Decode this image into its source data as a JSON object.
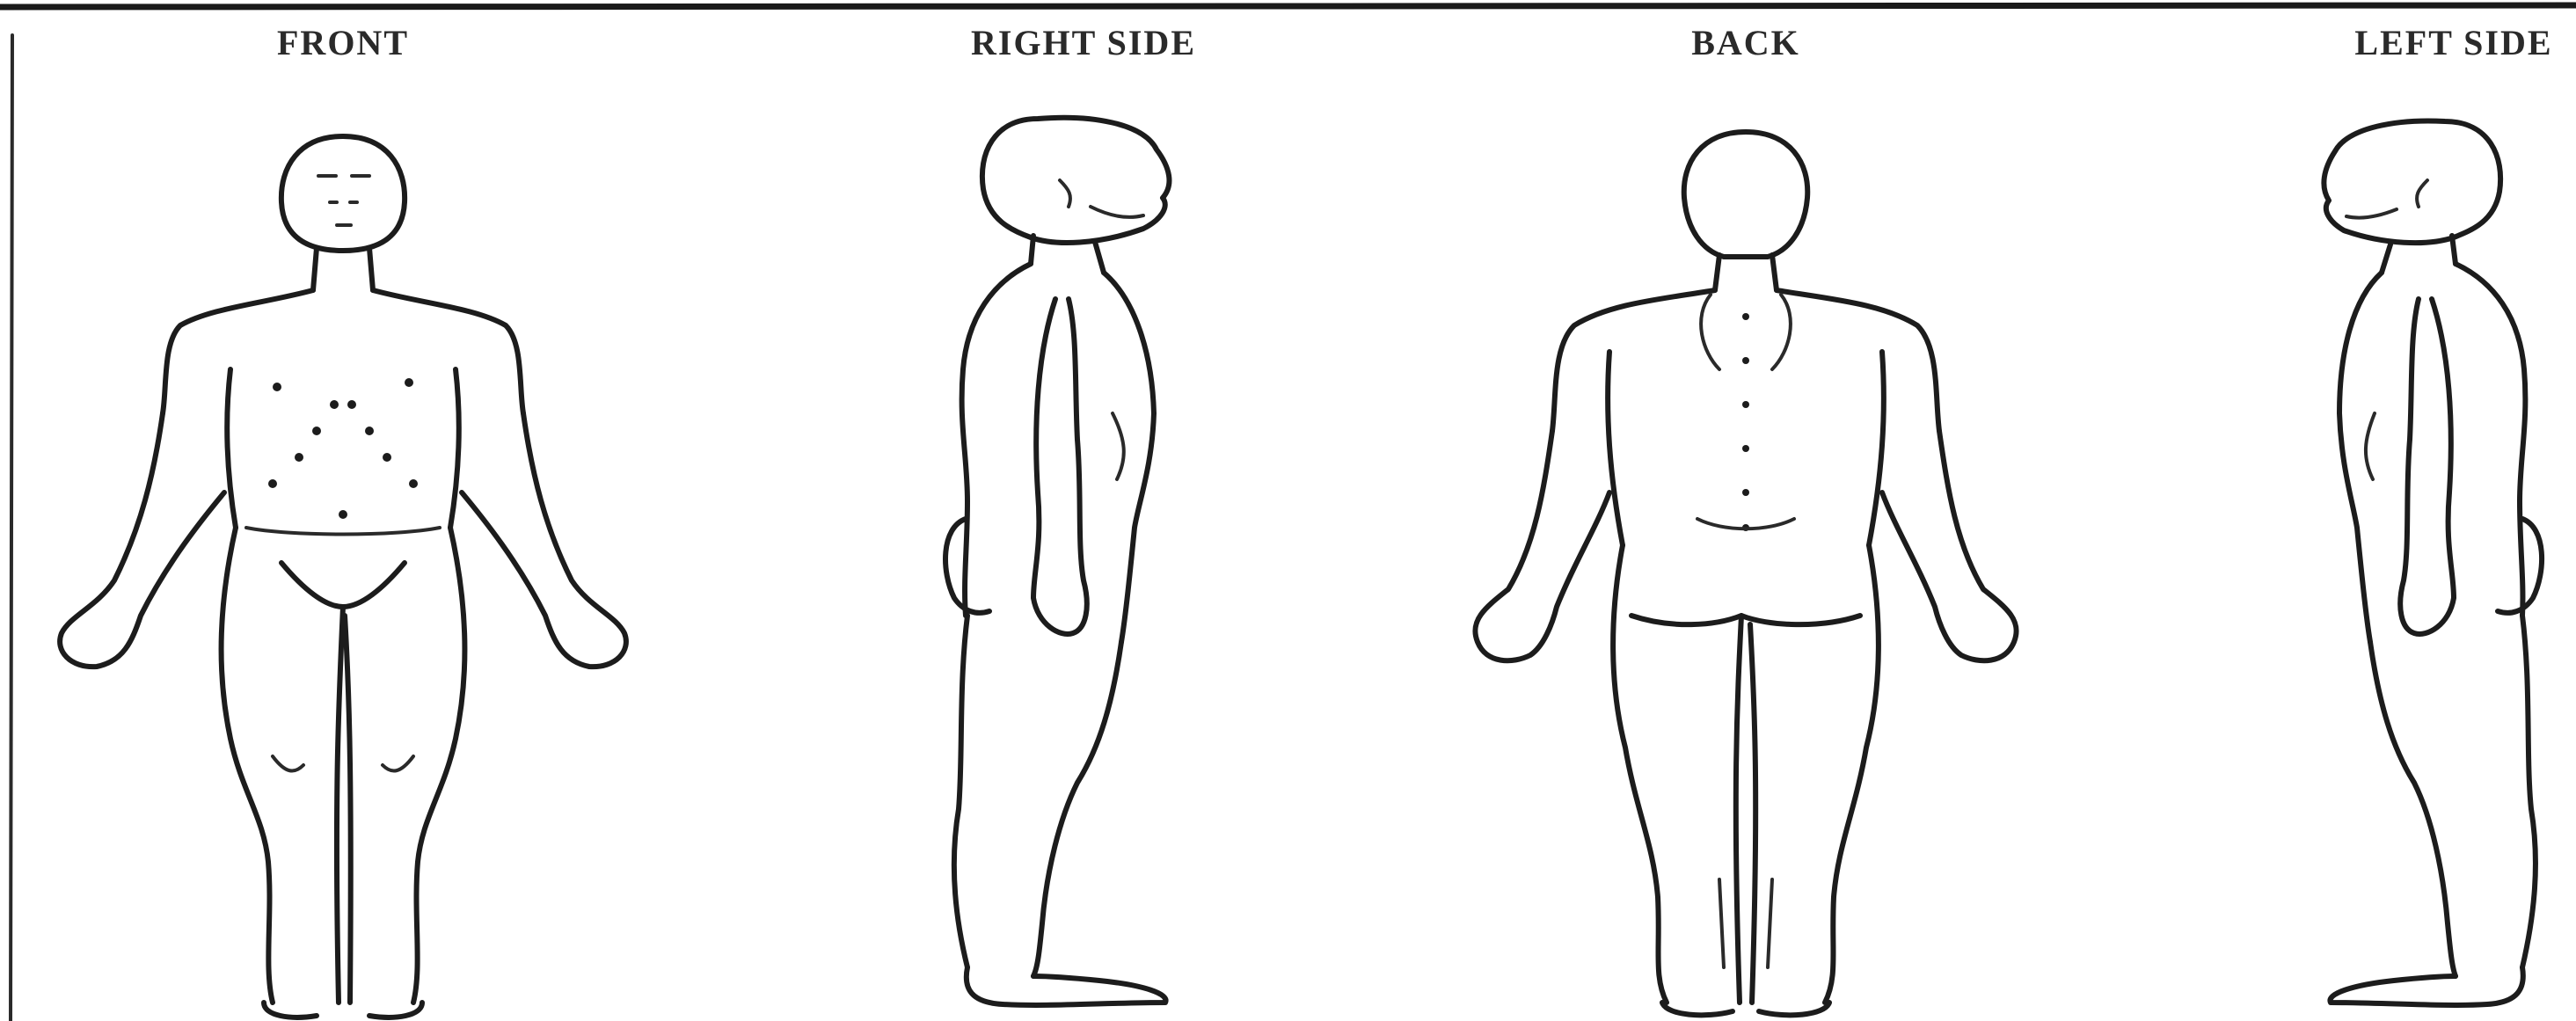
{
  "views": {
    "front": {
      "label": "FRONT"
    },
    "right_side": {
      "label": "RIGHT SIDE"
    },
    "back": {
      "label": "BACK"
    },
    "left_side": {
      "label": "LEFT SIDE"
    }
  },
  "colors": {
    "line": "#1c1c1c",
    "background": "#ffffff"
  }
}
